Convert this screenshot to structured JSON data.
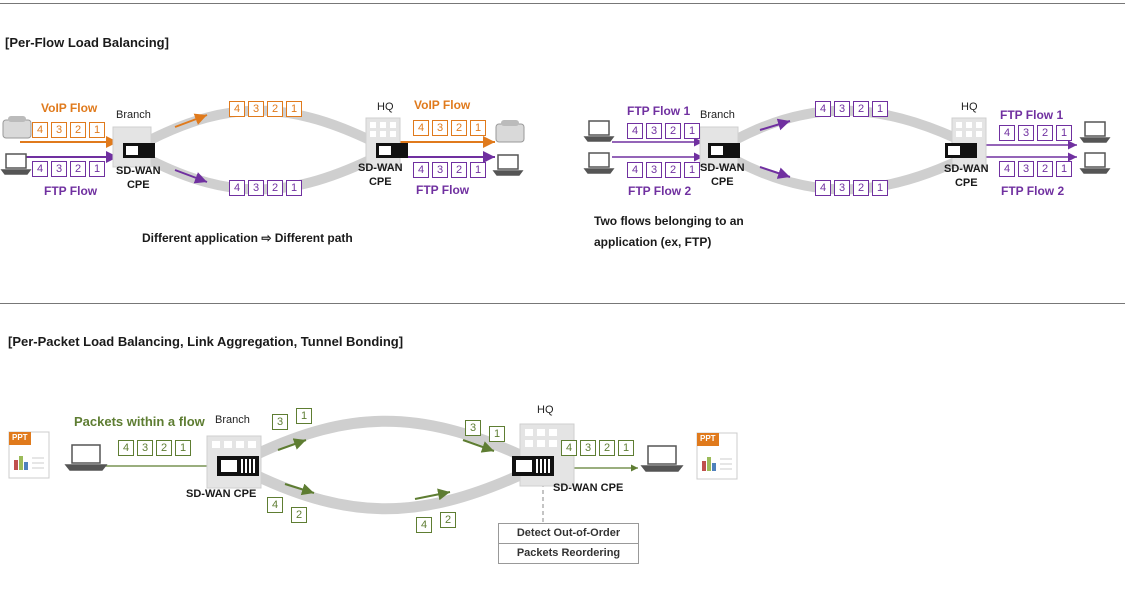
{
  "section1": {
    "title": "[Per-Flow Load Balancing]",
    "left": {
      "voip_flow": "VoIP Flow",
      "ftp_flow": "FTP Flow",
      "voip_flow_right": "VoIP Flow",
      "ftp_flow_right": "FTP Flow",
      "branch": "Branch",
      "hq": "HQ",
      "cpe_branch": [
        "SD-WAN",
        "CPE"
      ],
      "cpe_hq": [
        "SD-WAN",
        "CPE"
      ],
      "caption": "Different application ⇨ Different path"
    },
    "right": {
      "ftp_flow1": "FTP Flow 1",
      "ftp_flow2": "FTP Flow 2",
      "ftp_flow1_right": "FTP Flow 1",
      "ftp_flow2_right": "FTP Flow 2",
      "branch": "Branch",
      "hq": "HQ",
      "cpe_branch": [
        "SD-WAN",
        "CPE"
      ],
      "cpe_hq": [
        "SD-WAN",
        "CPE"
      ],
      "caption": [
        "Two flows belonging to an",
        "application (ex, FTP)"
      ]
    }
  },
  "section2": {
    "title": "[Per-Packet Load Balancing, Link Aggregation, Tunnel Bonding]",
    "packets_label": "Packets within a flow",
    "branch": "Branch",
    "hq": "HQ",
    "cpe_branch": "SD-WAN CPE",
    "cpe_hq": "SD-WAN CPE",
    "ppt": "PPT",
    "reorder": [
      "Detect Out-of-Order",
      "Packets Reordering"
    ]
  },
  "packets": {
    "seq": [
      "4",
      "3",
      "2",
      "1"
    ],
    "top_pair": [
      "3",
      "1"
    ],
    "bottom_pair": [
      "4",
      "2"
    ]
  },
  "colors": {
    "voip": "#e07a1c",
    "ftp": "#7030a0",
    "packet": "#5e7d32"
  }
}
